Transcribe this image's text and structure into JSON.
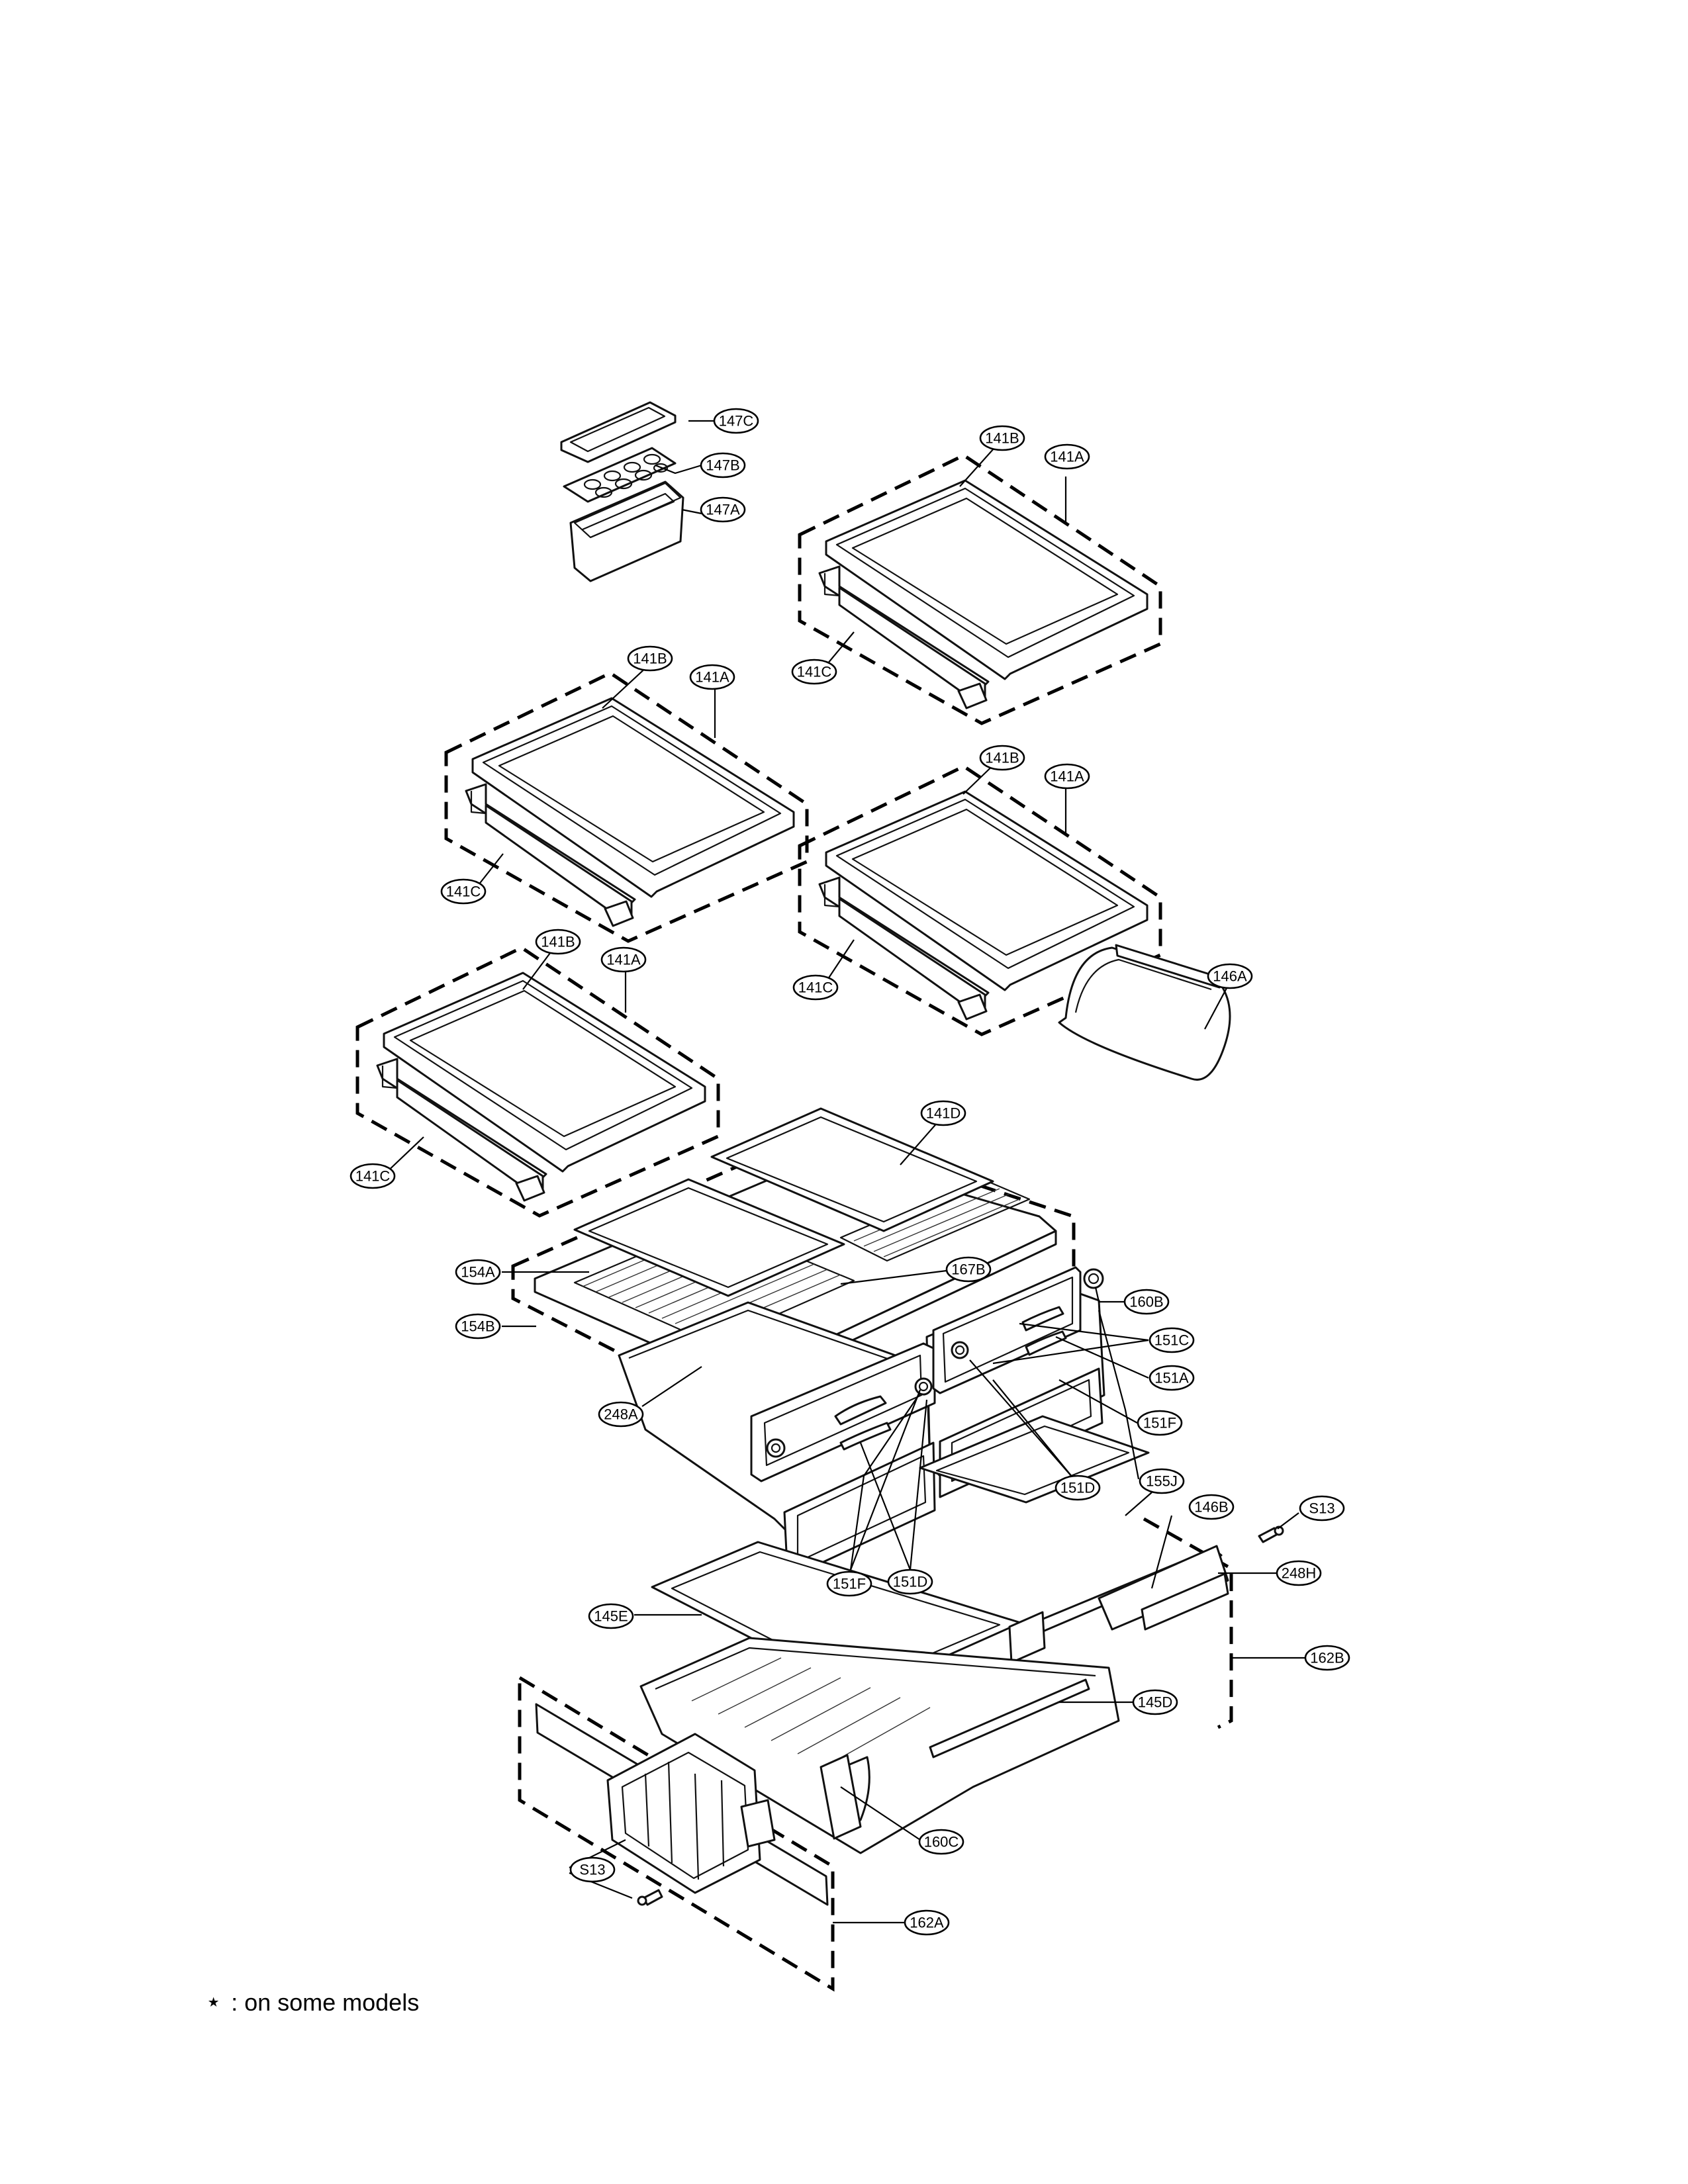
{
  "diagram": {
    "callouts": [
      {
        "id": "147C",
        "label": "147C"
      },
      {
        "id": "147B",
        "label": "147B"
      },
      {
        "id": "147A",
        "label": "147A"
      },
      {
        "id": "141B-1",
        "label": "141B"
      },
      {
        "id": "141A-1",
        "label": "141A"
      },
      {
        "id": "141C-1",
        "label": "141C"
      },
      {
        "id": "141B-2",
        "label": "141B"
      },
      {
        "id": "141A-2",
        "label": "141A"
      },
      {
        "id": "141C-2",
        "label": "141C"
      },
      {
        "id": "141B-3",
        "label": "141B"
      },
      {
        "id": "141A-3",
        "label": "141A"
      },
      {
        "id": "141C-3",
        "label": "141C"
      },
      {
        "id": "146A",
        "label": "146A"
      },
      {
        "id": "141B-4",
        "label": "141B"
      },
      {
        "id": "141A-4",
        "label": "141A"
      },
      {
        "id": "141C-4",
        "label": "141C"
      },
      {
        "id": "141D",
        "label": "141D"
      },
      {
        "id": "154A",
        "label": "154A"
      },
      {
        "id": "167B",
        "label": "167B"
      },
      {
        "id": "154B",
        "label": "154B"
      },
      {
        "id": "160B",
        "label": "160B"
      },
      {
        "id": "151C",
        "label": "151C"
      },
      {
        "id": "151A",
        "label": "151A"
      },
      {
        "id": "248A",
        "label": "248A"
      },
      {
        "id": "151F-1",
        "label": "151F"
      },
      {
        "id": "151D-1",
        "label": "151D"
      },
      {
        "id": "155J",
        "label": "155J"
      },
      {
        "id": "146B",
        "label": "146B"
      },
      {
        "id": "S13-1",
        "label": "S13"
      },
      {
        "id": "248H",
        "label": "248H"
      },
      {
        "id": "151F-2",
        "label": "151F"
      },
      {
        "id": "151D-2",
        "label": "151D"
      },
      {
        "id": "145E",
        "label": "145E"
      },
      {
        "id": "162B",
        "label": "162B"
      },
      {
        "id": "145D",
        "label": "145D"
      },
      {
        "id": "160C",
        "label": "160C"
      },
      {
        "id": "S13-2",
        "label": "S13"
      },
      {
        "id": "162A",
        "label": "162A"
      }
    ]
  },
  "footnote": {
    "symbol": "⋆",
    "text": ": on some models"
  }
}
